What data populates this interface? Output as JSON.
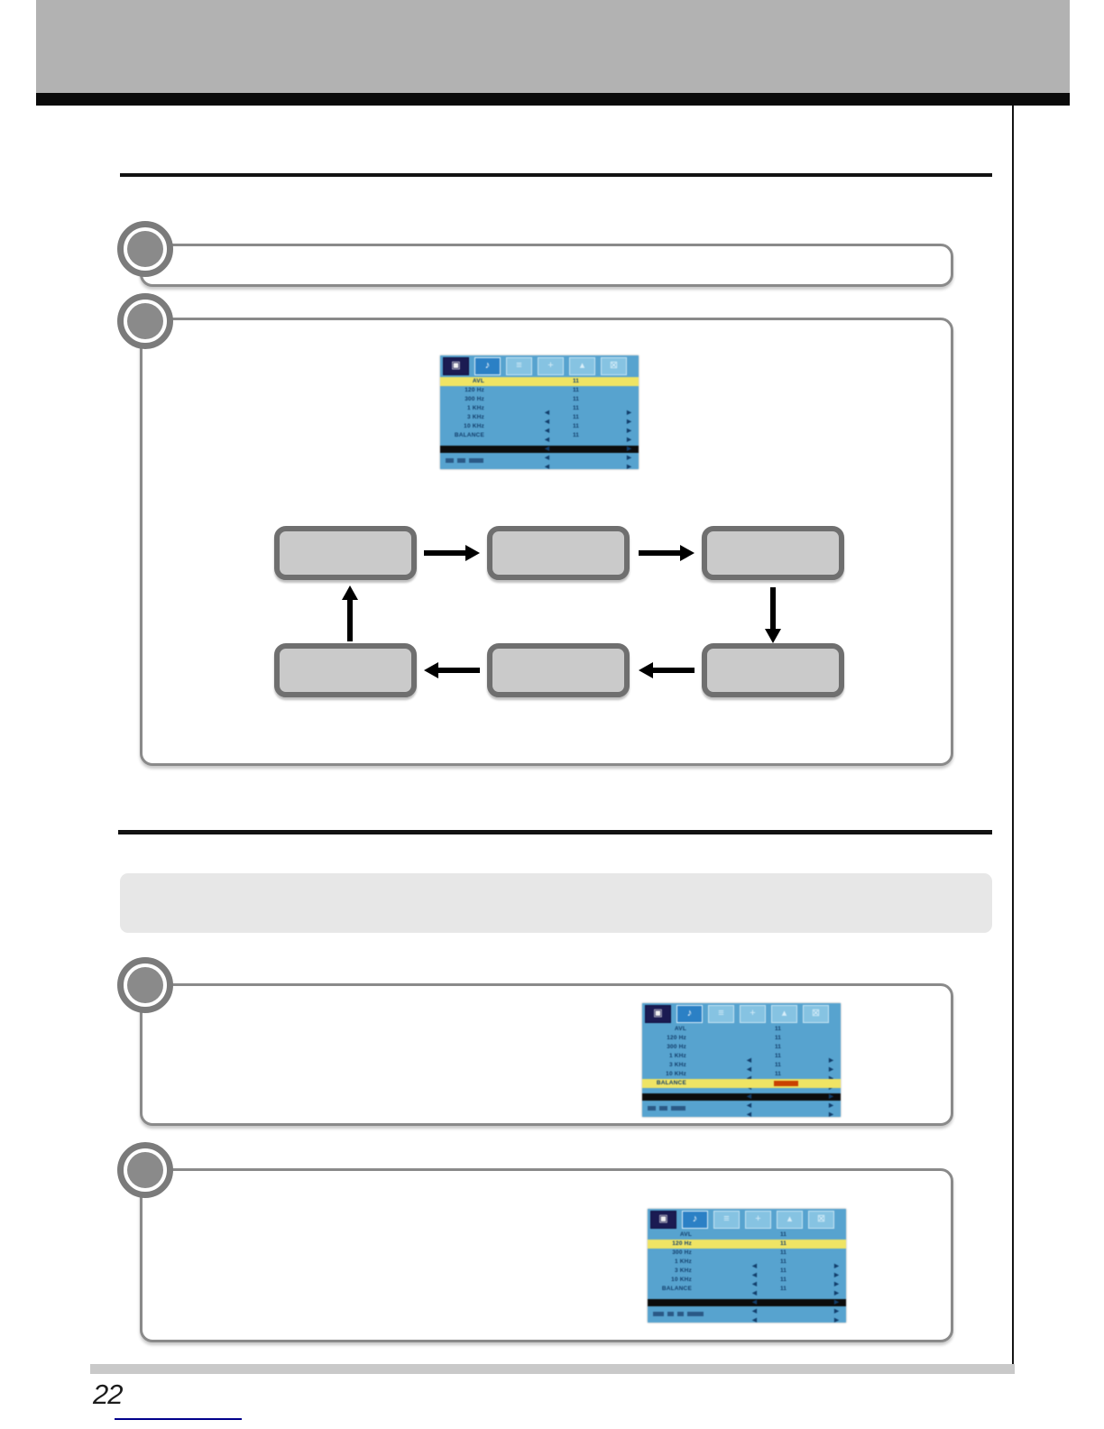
{
  "page": {
    "number": "22"
  },
  "colors": {
    "header_band": "#b2b2b2",
    "rule_black": "#121212",
    "callout_border": "#8a8a8a",
    "flow_box_fill": "#cacaca",
    "flow_box_border": "#6f6f6f",
    "osd_background": "#57a3cf",
    "osd_highlight_yellow": "#efe464",
    "osd_balance_bar_red": "#c94100",
    "page_underline_blue": "#00008b"
  },
  "osd": {
    "tabs": [
      {
        "icon": "tv-icon",
        "glyph": "▣"
      },
      {
        "icon": "sound-icon",
        "glyph": "♪"
      },
      {
        "icon": "list-icon",
        "glyph": "≡"
      },
      {
        "icon": "plus-icon",
        "glyph": "+"
      },
      {
        "icon": "triangle-icon",
        "glyph": "▴"
      },
      {
        "icon": "screen-size-icon",
        "glyph": "⊠"
      }
    ],
    "menu_items": [
      "AVL",
      "120 Hz",
      "300 Hz",
      "1 KHz",
      "3 KHz",
      "10 KHz",
      "BALANCE"
    ],
    "arrow_left": "◀",
    "arrow_right": "▶",
    "row_value": "11",
    "screens": [
      {
        "name": "sound-menu-first-item-selected",
        "highlight_index": 0,
        "balance_bar": false,
        "caption_marks": [
          9,
          9,
          16
        ]
      },
      {
        "name": "sound-menu-balance-selected",
        "highlight_index": 6,
        "balance_bar": true,
        "caption_marks": [
          9,
          9,
          16
        ]
      },
      {
        "name": "sound-menu-120hz-selected",
        "highlight_index": 1,
        "balance_bar": false,
        "caption_marks": [
          12,
          7,
          7,
          18
        ]
      }
    ]
  },
  "flow": {
    "box_count": 6,
    "cycle": "clockwise"
  }
}
